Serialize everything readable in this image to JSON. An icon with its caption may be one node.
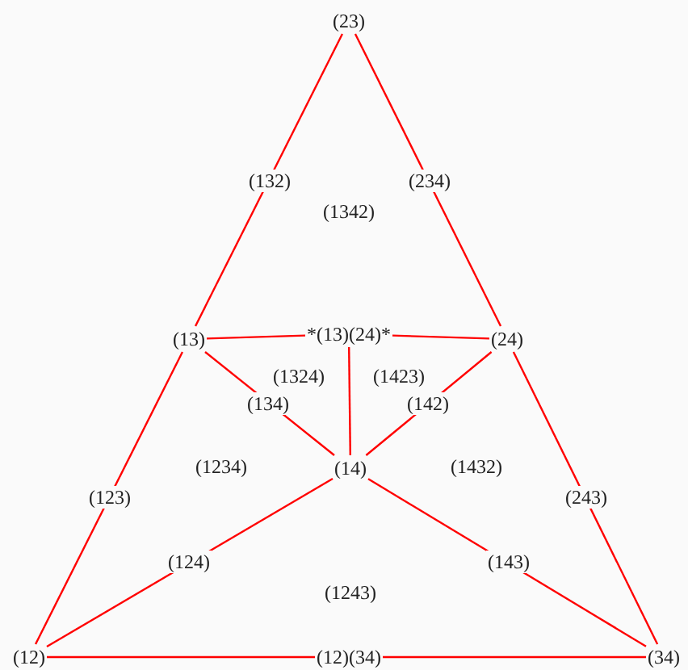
{
  "diagram": {
    "nodes": [
      {
        "text": [
          "(23)"
        ]
      },
      {
        "text": [
          "(13)"
        ]
      },
      {
        "text": [
          "*(13)(24)*"
        ]
      },
      {
        "text": [
          "(24)"
        ]
      },
      {
        "text": [
          "(14)"
        ]
      },
      {
        "text": [
          "(12)"
        ]
      },
      {
        "text": [
          "(34)"
        ]
      }
    ],
    "edges": [
      {
        "from": 0,
        "to": 1,
        "arrow": "none",
        "label": "(132)"
      },
      {
        "from": 0,
        "to": 3,
        "arrow": "none",
        "label": "(234)"
      },
      {
        "from": 1,
        "to": 2,
        "arrow": "none"
      },
      {
        "from": 2,
        "to": 3,
        "arrow": "none"
      },
      {
        "from": 2,
        "to": 4,
        "arrow": "none"
      },
      {
        "from": 1,
        "to": 4,
        "arrow": "none",
        "label": "(134)"
      },
      {
        "from": 3,
        "to": 4,
        "arrow": "none",
        "label": "(142)"
      },
      {
        "from": 1,
        "to": 5,
        "arrow": "none",
        "label": "(123)"
      },
      {
        "from": 3,
        "to": 6,
        "arrow": "none",
        "label": "(243)"
      },
      {
        "from": 4,
        "to": 5,
        "arrow": "none",
        "label": "(124)"
      },
      {
        "from": 4,
        "to": 6,
        "arrow": "none",
        "label": "(143)"
      },
      {
        "from": 5,
        "to": 6,
        "arrow": "none",
        "label": "(12)(34)"
      }
    ],
    "labels": [
      "(1342)",
      "(1324)",
      "(1423)",
      "(1234)",
      "(1432)",
      "(1243)"
    ]
  }
}
